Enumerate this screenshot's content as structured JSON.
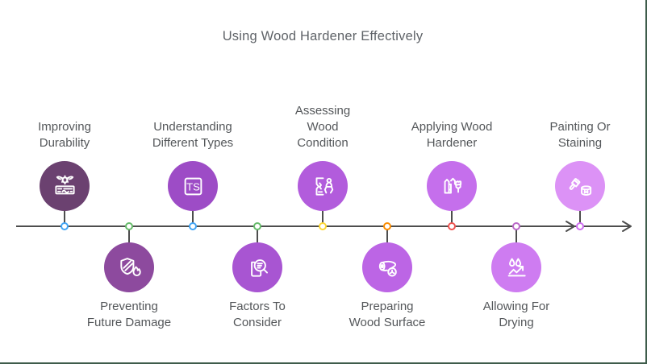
{
  "title": "Using Wood Hardener Effectively",
  "colors": {
    "background": "#ffffff",
    "frame_border": "#3e5c4b",
    "timeline": "#4d4d4d",
    "title_text": "#5f6368",
    "label_text": "#54575a"
  },
  "nodes": [
    {
      "label": "Improving\nDurability",
      "position": "above",
      "icon": "gear-plank-icon",
      "circle_color": "#6b4170",
      "dot_color": "#42a5f5"
    },
    {
      "label": "Preventing\nFuture Damage",
      "position": "below",
      "icon": "shield-flame-icon",
      "circle_color": "#8d4a9e",
      "dot_color": "#66bb6a"
    },
    {
      "label": "Understanding\nDifferent Types",
      "position": "above",
      "icon": "ts-badge-icon",
      "icon_text": "TS",
      "circle_color": "#9d4cc6",
      "dot_color": "#42a5f5"
    },
    {
      "label": "Factors To\nConsider",
      "position": "below",
      "icon": "document-magnifier-icon",
      "circle_color": "#a855d2",
      "dot_color": "#66bb6a"
    },
    {
      "label": "Assessing\nWood\nCondition",
      "position": "above",
      "icon": "inspect-panel-icon",
      "circle_color": "#b25cdc",
      "dot_color": "#fdd835"
    },
    {
      "label": "Preparing\nWood Surface",
      "position": "below",
      "icon": "wood-log-icon",
      "circle_color": "#bc65e5",
      "dot_color": "#fb8c00"
    },
    {
      "label": "Applying Wood\nHardener",
      "position": "above",
      "icon": "fence-brush-icon",
      "circle_color": "#c56fec",
      "dot_color": "#ef5350"
    },
    {
      "label": "Allowing For\nDrying",
      "position": "below",
      "icon": "drying-drops-icon",
      "circle_color": "#ce7cf1",
      "dot_color": "#ba68c8"
    },
    {
      "label": "Painting Or\nStaining",
      "position": "above",
      "icon": "paint-brush-can-icon",
      "circle_color": "#dc92f6",
      "dot_color": "#cd6cf0"
    }
  ]
}
